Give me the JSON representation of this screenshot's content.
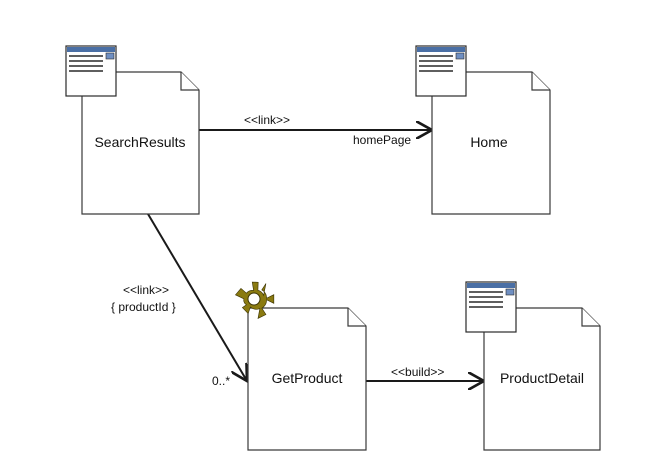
{
  "diagram": {
    "nodes": {
      "search_results": {
        "label": "SearchResults",
        "icon": "web-page-icon"
      },
      "home": {
        "label": "Home",
        "icon": "web-page-icon"
      },
      "get_product": {
        "label": "GetProduct",
        "icon": "gear-icon"
      },
      "product_detail": {
        "label": "ProductDetail",
        "icon": "web-page-icon"
      }
    },
    "edges": {
      "search_to_home": {
        "stereotype": "<<link>>",
        "role": "homePage"
      },
      "search_to_getproduct": {
        "stereotype": "<<link>>",
        "params": "{ productId }",
        "multiplicity": "0..*"
      },
      "getproduct_to_detail": {
        "stereotype": "<<build>>"
      }
    },
    "colors": {
      "line": "#1a1a1a",
      "node_border": "#3a3a3a",
      "page_icon_bar": "#4a6fa5",
      "gear": "#8a7a10"
    }
  }
}
